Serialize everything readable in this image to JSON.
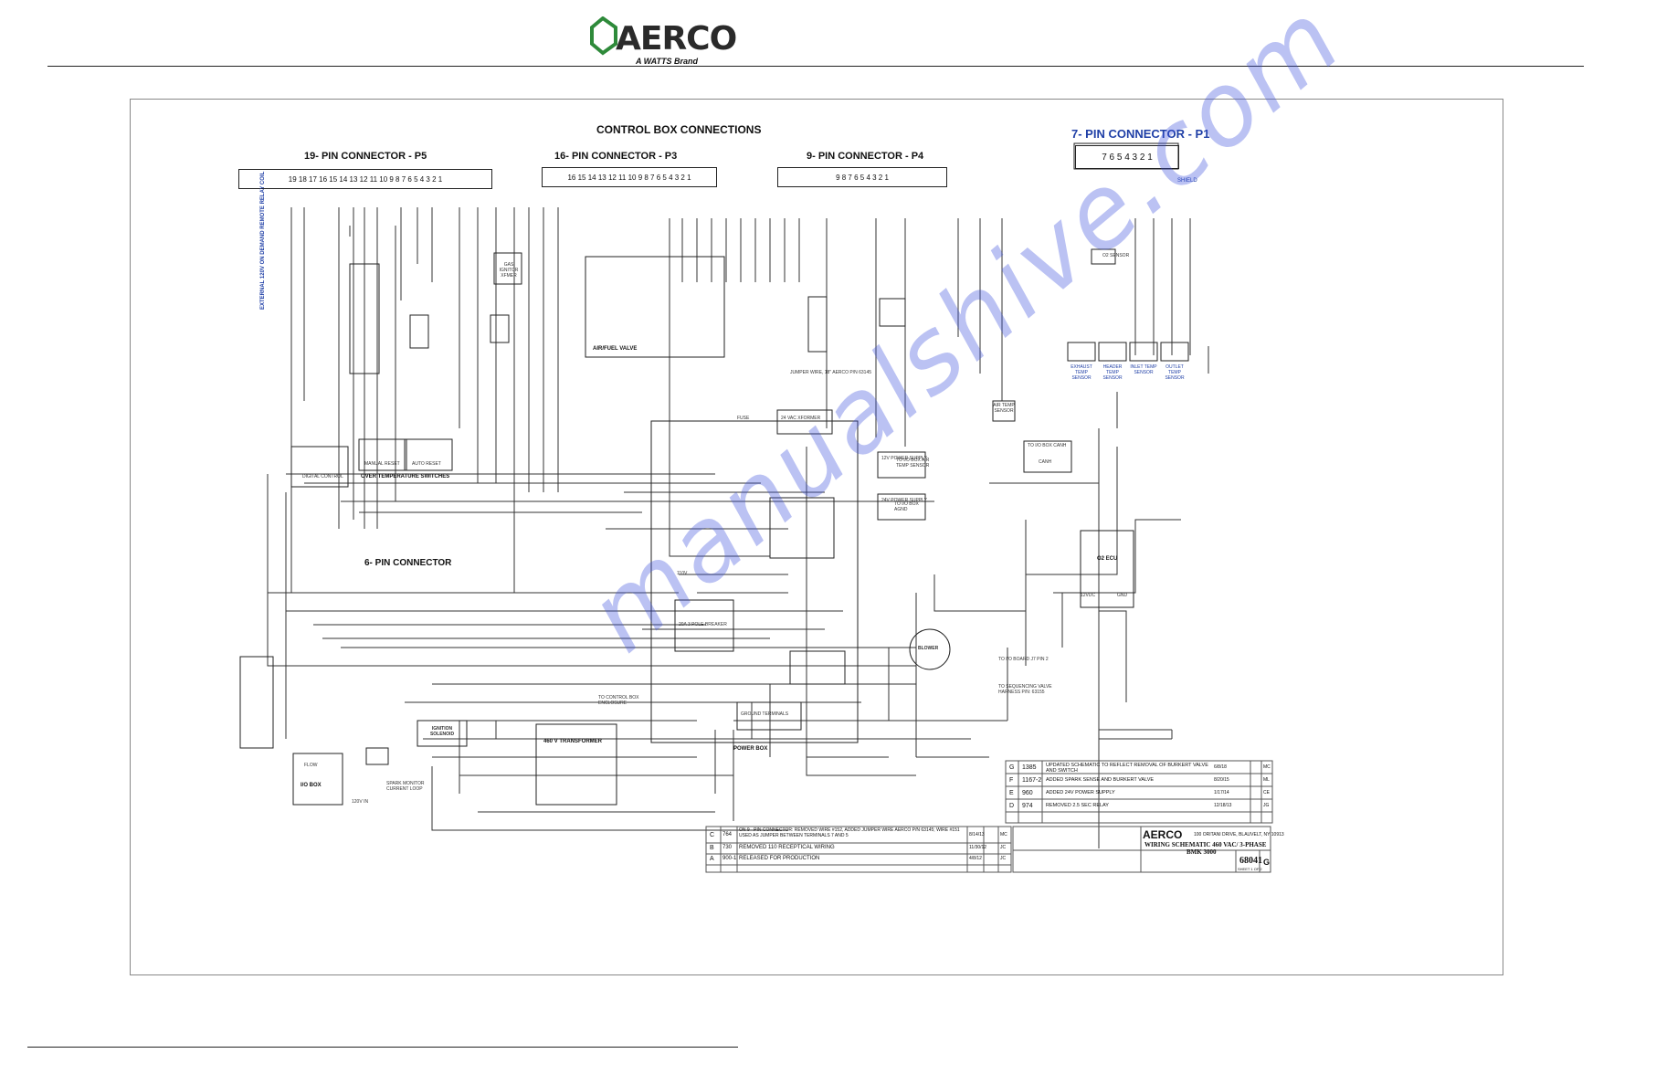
{
  "header": {
    "logo_text": "AERCO",
    "logo_sub": "A WATTS Brand"
  },
  "diagram": {
    "main_title": "CONTROL BOX CONNECTIONS",
    "p5": {
      "title": "19- PIN CONNECTOR - P5",
      "pins": "19 18 17   16 15 14 13   12 11 10 9   8 7 6   5 4 3 2 1"
    },
    "p3": {
      "title": "16- PIN CONNECTOR - P3",
      "pins": "16 15 14 13 12 11 10 9 8 7 6 5 4 3 2 1"
    },
    "p4": {
      "title": "9- PIN CONNECTOR - P4",
      "pins": "9   8   7   6       5 4 3 2 1"
    },
    "p1": {
      "title": "7- PIN CONNECTOR - P1",
      "pins": "7 6 5 4 3 2 1",
      "shield": "SHIELD"
    },
    "sensors": [
      "EXHAUST TEMP SENSOR",
      "HEADER TEMP SENSOR",
      "INLET TEMP SENSOR",
      "OUTLET TEMP SENSOR"
    ],
    "remote_relay": "EXTERNAL 120V ON DEMAND REMOTE RELAY COIL",
    "air_fuel_valve": "AIR/FUEL VALVE",
    "gas_ignitor": "GAS IGNITOR XFMER",
    "jumper": "JUMPER WIRE, 18\" AERCO P/N 63145",
    "o2_sensor": "O2 SENSOR",
    "air_temp_sensor": "AIR TEMP SENSOR",
    "over_temp": "OVER TEMPERATURE SWITCHES",
    "manual_reset": "MANUAL RESET",
    "auto_reset": "AUTO RESET",
    "digital_control": "DIGITAL CONTROL",
    "six_pin": "6- PIN CONNECTOR",
    "power_box": "POWER BOX",
    "fuse": "FUSE",
    "xformer_24": "24 VAC XFORMER",
    "ps_12v": "12V POWER SUPPLY",
    "ps_24v": "24V POWER SUPPLY",
    "breaker": "20A 3 POLE BREAKER",
    "ground_terminals": "GROUND TERMINALS",
    "blower": "BLOWER",
    "ecu": "O2 ECU",
    "to_io_air": "TO I/O BOX AIR TEMP SENSOR",
    "to_io_agnd": "TO I/O BOX AGND",
    "to_io_canh": "TO I/O BOX CANH",
    "canh": "CANH",
    "to_io_board": "TO I/O BOARD J7 PIN 2",
    "to_seq": "TO SEQUENCING VALVE HARNESS P/N: 63155",
    "to_control_box": "TO CONTROL BOX ENCLOSURE",
    "transformer": "460 V TRANSFORMER",
    "ignition": "IGNITION SOLENOID",
    "io_box": "I/O BOX",
    "flow": "FLOW",
    "spark_loop": "SPARK MONITOR CURRENT LOOP",
    "v120_in": "120V IN",
    "v110": "110V",
    "vdc12": "12VDC",
    "gnd": "GND"
  },
  "revisions_upper": [
    {
      "rev": "G",
      "ecn": "1385",
      "desc": "UPDATED SCHEMATIC TO REFLECT REMOVAL OF BURKERT VALVE AND SWITCH",
      "date": "6/8/18",
      "by": "MC"
    },
    {
      "rev": "F",
      "ecn": "1167-2",
      "desc": "ADDED SPARK SENSE AND BURKERT VALVE",
      "date": "8/20/15",
      "by": "ML"
    },
    {
      "rev": "E",
      "ecn": "960",
      "desc": "ADDED 24V POWER SUPPLY",
      "date": "1/17/14",
      "by": "CE"
    },
    {
      "rev": "D",
      "ecn": "974",
      "desc": "REMOVED 2.5 SEC RELAY",
      "date": "12/18/13",
      "by": "JG"
    }
  ],
  "revisions_lower": [
    {
      "rev": "C",
      "ecn": "764",
      "desc": "ON 9 - PIN CONNECTOR: REMOVED WIRE #152, ADDED JUMPER WIRE AERCO P/N 63145; WIRE #151 USED AS JUMPER BETWEEN TERMINALS 7 AND 5",
      "date": "8/14/13",
      "by": "MC"
    },
    {
      "rev": "B",
      "ecn": "730",
      "desc": "REMOVED 110 RECEPTICAL WIRING",
      "date": "11/30/12",
      "by": "JC"
    },
    {
      "rev": "A",
      "ecn": "900-1",
      "desc": "RELEASED FOR PRODUCTION",
      "date": "4/8/12",
      "by": "JC"
    }
  ],
  "title_block": {
    "company": "AERCO",
    "address": "100 ORITANI DRIVE, BLAUVELT, NY 10913",
    "title": "WIRING SCHEMATIC 460 VAC/ 3-PHASE",
    "subtitle": "BMK 3000",
    "dwg_no": "68041",
    "rev": "G",
    "sheet": "SHEET 1 OF 2"
  },
  "watermark": "manualshive.com"
}
